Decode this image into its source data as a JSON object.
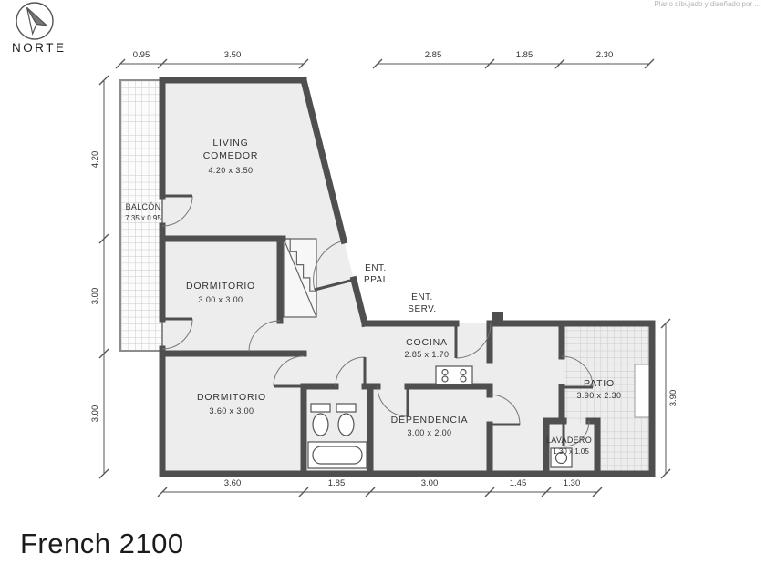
{
  "compass": {
    "label": "NORTE"
  },
  "watermark": "Plano dibujado y diseñado por ...",
  "title": "French 2100",
  "rooms": {
    "living": {
      "line1": "LIVING",
      "line2": "COMEDOR",
      "dims": "4.20 x 3.50"
    },
    "balcon": {
      "name": "BALCÓN",
      "dims": "7.35 x 0.95"
    },
    "dormitorio_1": {
      "name": "DORMITORIO",
      "dims": "3.00 x 3.00"
    },
    "dormitorio_2": {
      "name": "DORMITORIO",
      "dims": "3.60 x 3.00"
    },
    "entrada_principal": {
      "line1": "ENT.",
      "line2": "PPAL."
    },
    "entrada_servicio": {
      "line1": "ENT.",
      "line2": "SERV."
    },
    "cocina": {
      "name": "COCINA",
      "dims": "2.85 x 1.70"
    },
    "dependencia": {
      "name": "DEPENDENCIA",
      "dims": "3.00 x 2.00"
    },
    "patio": {
      "name": "PATIO",
      "dims": "3.90 x 2.30"
    },
    "lavadero": {
      "name": "LAVADERO",
      "dims": "1.30 x 1.05"
    }
  },
  "dimensions": {
    "top": [
      "0.95",
      "3.50",
      "2.85",
      "1.85",
      "2.30"
    ],
    "left": [
      "4.20",
      "3.00",
      "3.00"
    ],
    "bottom": [
      "3.60",
      "1.85",
      "3.00",
      "1.45",
      "1.30"
    ],
    "right": [
      "3.90"
    ]
  },
  "colors": {
    "wall": "#4f4f4f",
    "room_fill": "#ededed",
    "hatch": "#c9c9c9",
    "dim_text": "#333333"
  }
}
